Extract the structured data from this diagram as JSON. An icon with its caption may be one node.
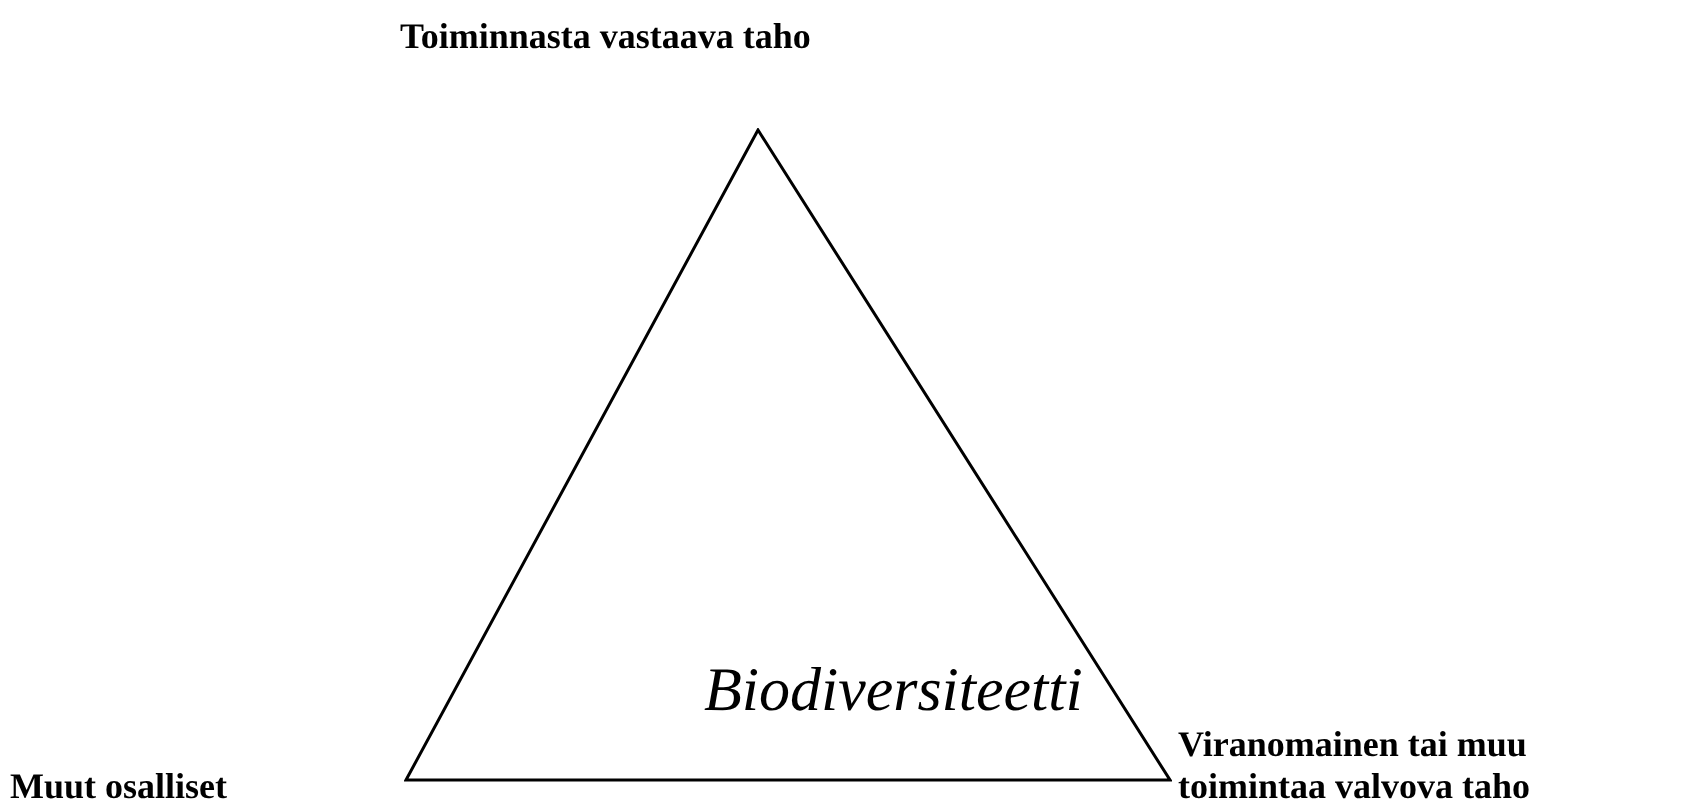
{
  "diagram": {
    "nodes": [
      {
        "text": [
          "Biodiversiteetti"
        ]
      }
    ],
    "labels": [
      "Toiminnasta vastaava taho",
      "Muut osalliset",
      "Viranomainen tai muu toimintaa valvova taho"
    ]
  }
}
